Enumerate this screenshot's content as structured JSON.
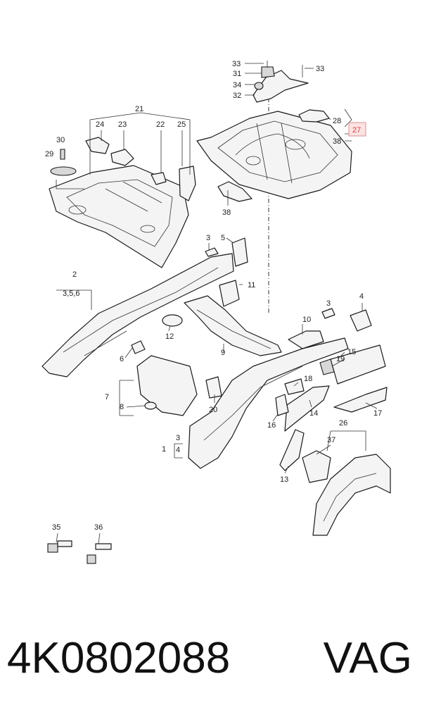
{
  "diagram": {
    "callouts": {
      "c1": "1",
      "c2": "2",
      "c2_sub": "3,5,6",
      "c3a": "3",
      "c3b": "3",
      "c3c": "3",
      "c4a": "4",
      "c4b": "4",
      "c5": "5",
      "c6": "6",
      "c7": "7",
      "c8": "8",
      "c9": "9",
      "c10": "10",
      "c11": "11",
      "c12": "12",
      "c13": "13",
      "c14": "14",
      "c15": "15",
      "c16": "16",
      "c17": "17",
      "c18": "18",
      "c19": "19",
      "c20": "20",
      "c21": "21",
      "c22": "22",
      "c23": "23",
      "c24": "24",
      "c25": "25",
      "c26": "26",
      "c27": "27",
      "c28": "28",
      "c29": "29",
      "c30": "30",
      "c31": "31",
      "c32": "32",
      "c33a": "33",
      "c33b": "33",
      "c34": "34",
      "c35": "35",
      "c36": "36",
      "c37": "37",
      "c38a": "38",
      "c38b": "38"
    },
    "highlighted_callout": "27",
    "highlight_color": "#fbe3e3"
  },
  "footer": {
    "part_number": "4K0802088",
    "brand": "VAG"
  }
}
